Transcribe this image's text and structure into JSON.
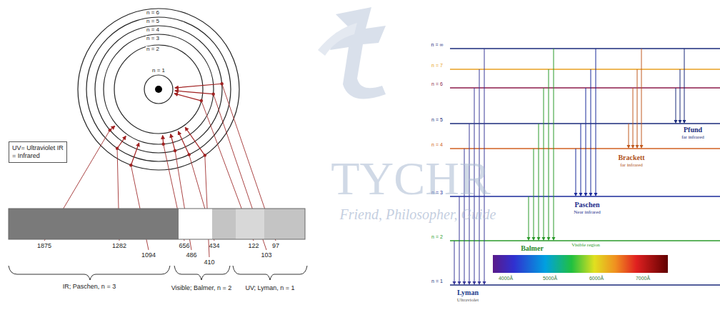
{
  "diagram": {
    "nodes": [
      {
        "text": [
          "UV= Ultraviolet IR = Infrared"
        ]
      }
    ],
    "labels": [
      "n = 6",
      "n = 5",
      "n = 4",
      "n = 3",
      "n = 2",
      "n = 1",
      "1875",
      "1282",
      "1094",
      "656",
      "486",
      "434",
      "410",
      "122",
      "103",
      "97",
      "IR; Paschen, n = 3",
      "Visible; Balmer, n = 2",
      "UV; Lyman, n = 1",
      "n = ∞",
      "n = 7",
      "n = 6",
      "n = 5",
      "n = 4",
      "n = 3",
      "n = 2",
      "n = 1",
      "Lyman",
      "Ultraviolet",
      "Balmer",
      "Visible region",
      "Paschen",
      "Near infrared",
      "Brackett",
      "far infrared",
      "Pfund",
      "far infrared",
      "4000Å",
      "5000Å",
      "6000Å",
      "7000Å",
      "TYCHR",
      "Friend, Philosopher, Guide"
    ]
  }
}
